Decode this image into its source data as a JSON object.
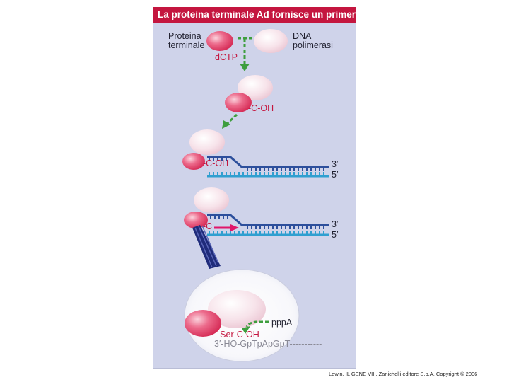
{
  "figure": {
    "title": "La proteina terminale Ad fornisce un primer",
    "labels": {
      "protein_line1": "Proteina",
      "protein_line2": "terminale",
      "polymerase_line1": "DNA",
      "polymerase_line2": "polimerasi",
      "dctp": "dCTP",
      "c_oh_1": "-C-OH",
      "c_oh_2": "-C-OH",
      "c": "-C",
      "three_prime_1": "3′",
      "five_prime_1": "5′",
      "three_prime_2": "3′",
      "five_prime_2": "5′",
      "pppa": "pppA",
      "ser_c_oh": "-Ser-C-OH",
      "sequence": "3′-HO-GpTpApGpT-----------"
    }
  },
  "credit": "Lewin, IL GENE VIII, Zanichelli editore S.p.A. Copyright © 2006",
  "colors": {
    "title_bar": "#c4163f",
    "panel_background": "#cfd3ea",
    "terminal_protein": "#e34d73",
    "dna_polymerase": "#f6dde6",
    "template_strand": "#2f9fd0",
    "new_strand": "#2d4f9c",
    "arrow_green": "#3e9e3e",
    "elongation_arrow": "#e0156a"
  }
}
